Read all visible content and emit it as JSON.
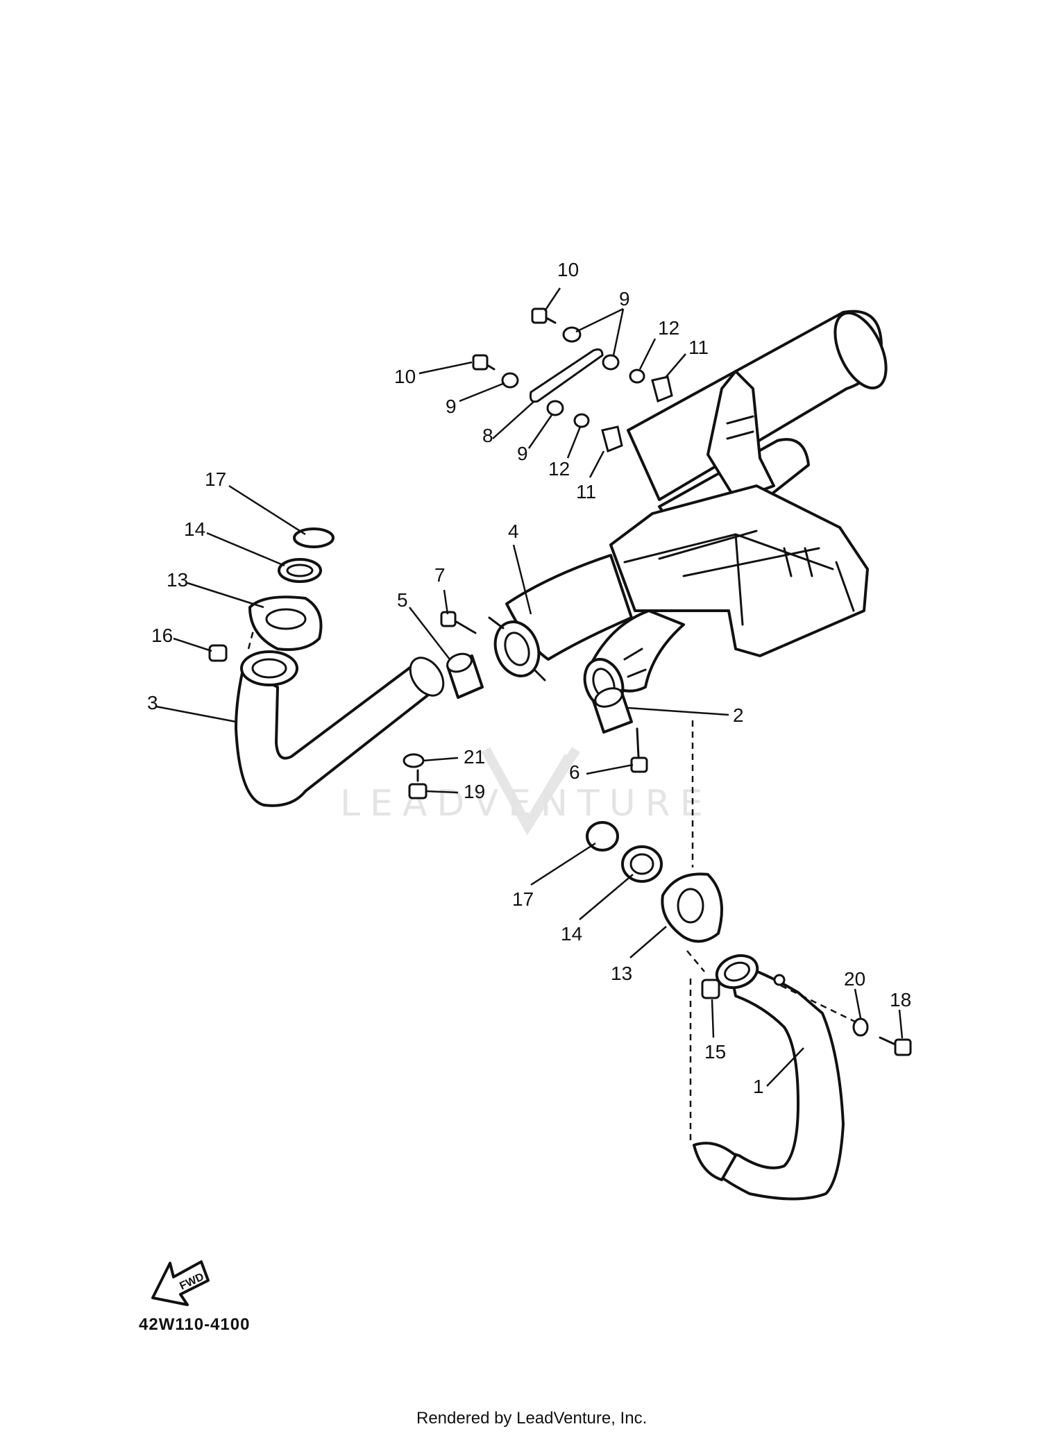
{
  "diagram_code": "42W110-4100",
  "render_credit": "Rendered by LeadVenture, Inc.",
  "watermark": "LEADVENTURE",
  "fwd_label": "FWD",
  "callouts": [
    "10",
    "9",
    "12",
    "11",
    "10",
    "9",
    "8",
    "9",
    "12",
    "11",
    "17",
    "14",
    "13",
    "16",
    "3",
    "7",
    "5",
    "4",
    "2",
    "6",
    "21",
    "19",
    "17",
    "14",
    "13",
    "20",
    "18",
    "15",
    "1"
  ]
}
